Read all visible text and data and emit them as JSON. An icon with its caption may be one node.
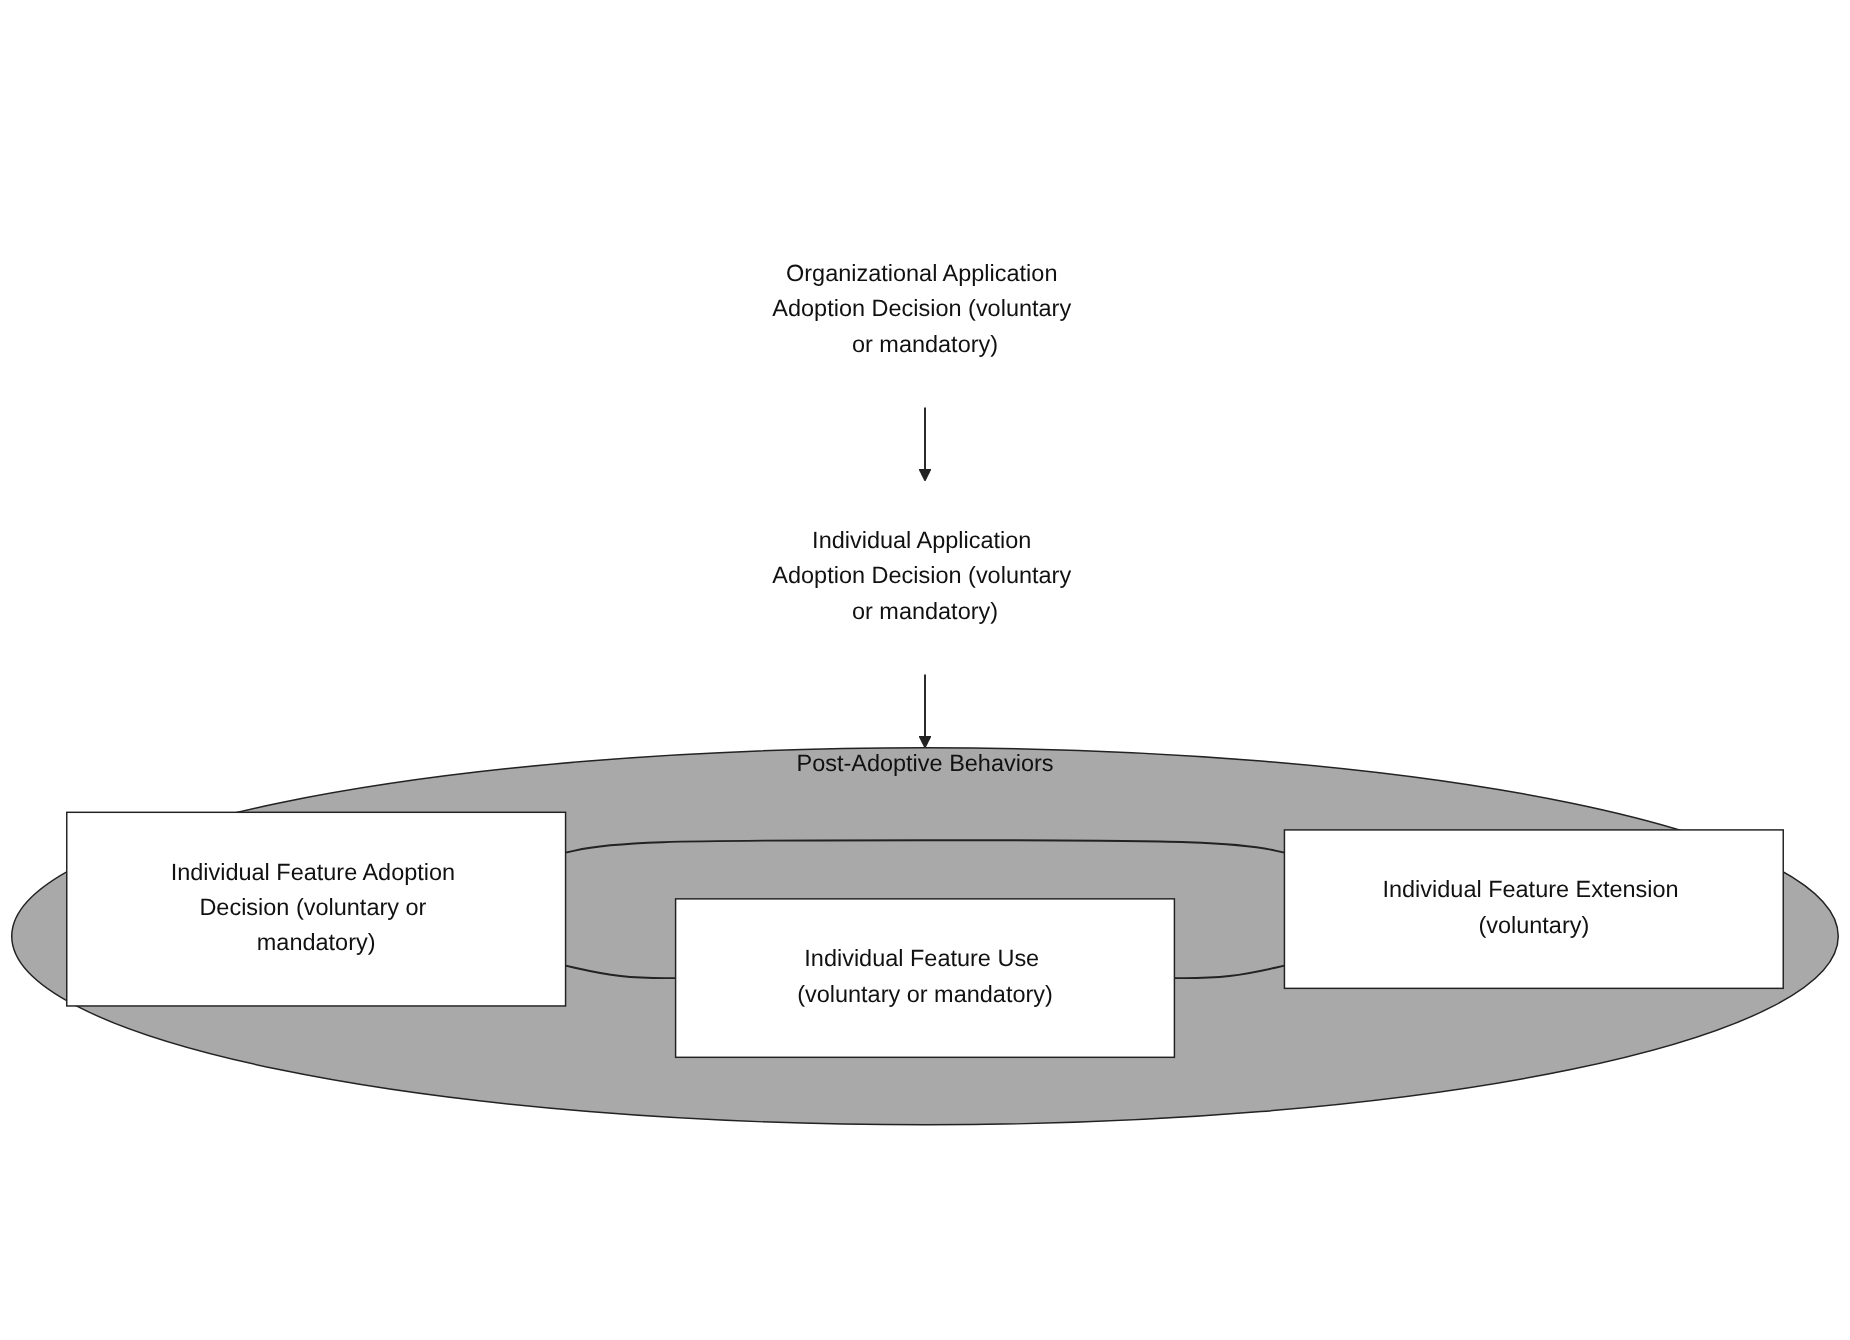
{
  "diagram": {
    "nodes": [
      {
        "text": [
          "Organizational Application Adoption Decision (voluntary or mandatory)"
        ]
      },
      {
        "text": [
          "Individual Application Adoption Decision (voluntary or mandatory)"
        ]
      },
      {
        "text": [
          "Post-Adoptive Behaviors"
        ]
      },
      {
        "text": [
          "Individual Feature Adoption Decision (voluntary or mandatory)"
        ],
        "in": 2
      },
      {
        "text": [
          "Individual Feature Extension (voluntary)"
        ],
        "in": 2
      },
      {
        "text": [
          "Individual Feature Use (voluntary or mandatory)"
        ],
        "in": 2
      }
    ],
    "edges": [
      {
        "from": 0,
        "to": 1,
        "arrow": "to"
      },
      {
        "from": 1,
        "to": 2,
        "arrow": "to"
      },
      {
        "from": 3,
        "to": 4,
        "arrow": "none"
      },
      {
        "from": 3,
        "to": 5,
        "arrow": "none"
      },
      {
        "from": 5,
        "to": 4,
        "arrow": "none"
      }
    ]
  }
}
